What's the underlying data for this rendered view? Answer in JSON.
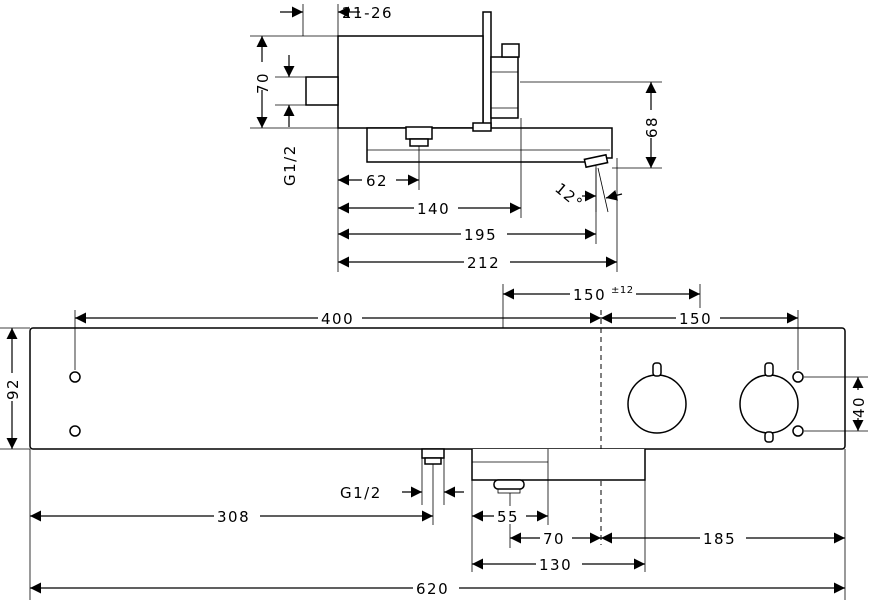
{
  "dimensions": {
    "side_width": "21-26",
    "side_height": "70",
    "side_thread": "G1/2",
    "side_spout_drop": "68",
    "side_62": "62",
    "side_140": "140",
    "side_195": "195",
    "side_212": "212",
    "angle": "12°",
    "front_400": "400",
    "front_150_tol_value": "150",
    "front_150_tol_sup": "±12",
    "front_150": "150",
    "front_height": "92",
    "front_holes": "40",
    "front_thread": "G1/2",
    "front_308": "308",
    "front_55": "55",
    "front_70": "70",
    "front_185": "185",
    "front_130": "130",
    "front_620": "620"
  }
}
